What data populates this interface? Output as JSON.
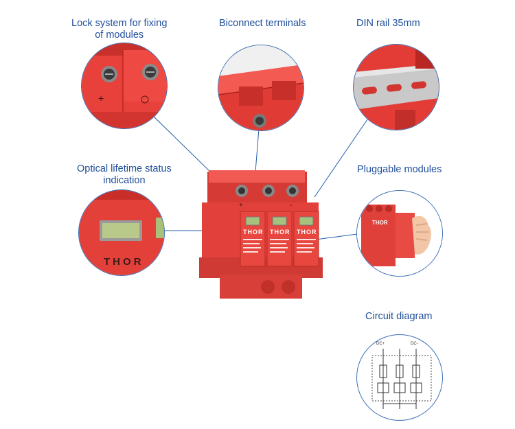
{
  "labels": {
    "lock": [
      "Lock system for fixing",
      "of modules"
    ],
    "biconnect": "Biconnect terminals",
    "din": "DIN rail 35mm",
    "optical": [
      "Optical lifetime status",
      "indication"
    ],
    "pluggable": "Pluggable modules",
    "circuit": "Circuit diagram"
  },
  "brand": "THOR",
  "terminal_signs": {
    "plus": "+",
    "minus": "-"
  },
  "circuit_labels": [
    "DC+",
    "DC-"
  ],
  "colors": {
    "accent": "#1f4e9a",
    "product": "#e83a34",
    "product_dark": "#c92a26"
  }
}
